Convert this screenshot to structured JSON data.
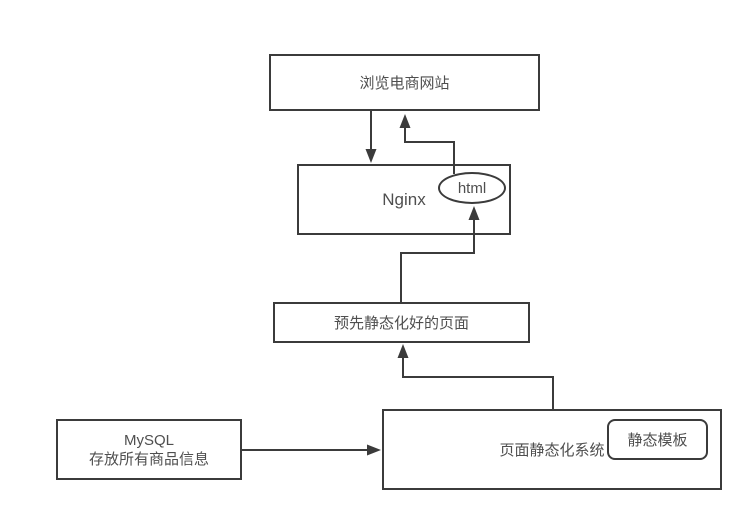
{
  "diagram": {
    "type": "flow-diagram",
    "colors": {
      "line": "#3b3b3b",
      "node_border": "#3b3b3b",
      "node_fill": "#ffffff",
      "text": "#4f4f4f",
      "background": "#ffffff"
    },
    "nodes": {
      "browse": {
        "label": "浏览电商网站",
        "shape": "rectangle"
      },
      "nginx": {
        "label": "Nginx",
        "shape": "rectangle"
      },
      "html": {
        "label": "html",
        "shape": "ellipse"
      },
      "pre_static_page": {
        "label": "预先静态化好的页面",
        "shape": "rectangle"
      },
      "mysql": {
        "label_line1": "MySQL",
        "label_line2": "存放所有商品信息",
        "shape": "rectangle"
      },
      "static_system": {
        "label": "页面静态化系统",
        "shape": "rectangle"
      },
      "static_template": {
        "label": "静态模板",
        "shape": "rounded-rectangle"
      }
    },
    "edges": [
      {
        "from": "browse",
        "to": "nginx",
        "style": "straight-down-arrow"
      },
      {
        "from": "html",
        "to": "browse",
        "style": "orthogonal-up-arrow"
      },
      {
        "from": "pre_static_page",
        "to": "html",
        "style": "orthogonal-up-arrow"
      },
      {
        "from": "static_system",
        "to": "pre_static_page",
        "style": "orthogonal-up-arrow"
      },
      {
        "from": "mysql",
        "to": "static_system",
        "style": "straight-right-arrow"
      }
    ]
  }
}
